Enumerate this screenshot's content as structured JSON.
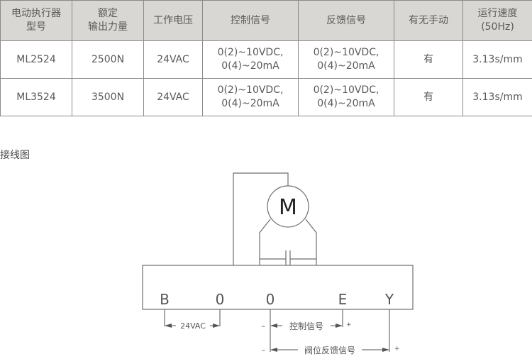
{
  "table": {
    "headers": [
      {
        "line1": "电动执行器",
        "line2": "型号"
      },
      {
        "line1": "额定",
        "line2": "输出力量"
      },
      {
        "line1": "工作电压",
        "line2": ""
      },
      {
        "line1": "控制信号",
        "line2": ""
      },
      {
        "line1": "反馈信号",
        "line2": ""
      },
      {
        "line1": "有无手动",
        "line2": ""
      },
      {
        "line1": "运行速度",
        "line2": "(50Hz)"
      }
    ],
    "rows": [
      {
        "model": "ML2524",
        "force": "2500N",
        "voltage": "24VAC",
        "control": {
          "line1": "0(2)~10VDC,",
          "line2": "0(4)~20mA"
        },
        "feedback": {
          "line1": "0(2)~10VDC,",
          "line2": "0(4)~20mA"
        },
        "manual": "有",
        "speed": "3.13s/mm"
      },
      {
        "model": "ML3524",
        "force": "3500N",
        "voltage": "24VAC",
        "control": {
          "line1": "0(2)~10VDC,",
          "line2": "0(4)~20mA"
        },
        "feedback": {
          "line1": "0(2)~10VDC,",
          "line2": "0(4)~20mA"
        },
        "manual": "有",
        "speed": "3.13s/mm"
      }
    ]
  },
  "wiring": {
    "title": "接线图",
    "motor_label": "M",
    "terminals": [
      "B",
      "0",
      "0",
      "E",
      "Y"
    ],
    "supply_label": "24VAC",
    "control_label": "控制信号",
    "feedback_label": "阀位反馈信号",
    "minus": "–",
    "plus": "+"
  },
  "colors": {
    "header_bg": "#d9d7d3",
    "border": "#8a8a8a",
    "line": "#6e6e6e",
    "text": "#5a5a5a"
  }
}
